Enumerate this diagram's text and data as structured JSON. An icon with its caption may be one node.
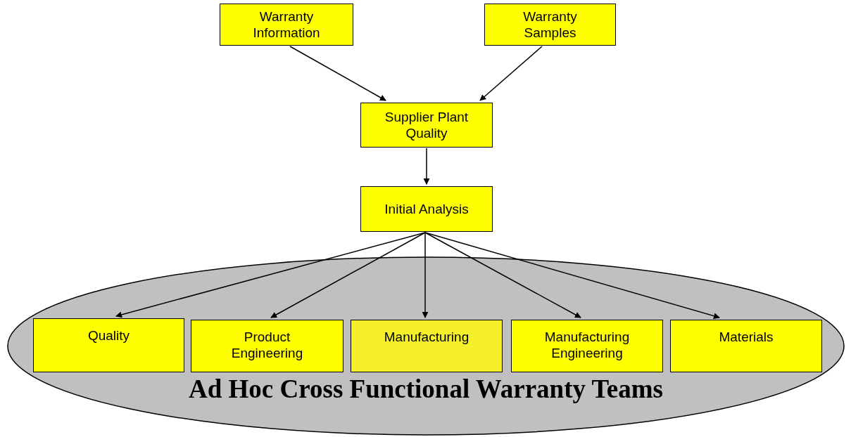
{
  "diagram": {
    "nodes": [
      {
        "text": [
          "Warranty Information"
        ]
      },
      {
        "text": [
          "Warranty Samples"
        ]
      },
      {
        "text": [
          "Supplier Plant Quality"
        ]
      },
      {
        "text": [
          "Initial Analysis"
        ]
      },
      {
        "text": [
          "Ad Hoc Cross Functional Warranty Teams"
        ]
      },
      {
        "text": [
          "Quality"
        ],
        "in": 4
      },
      {
        "text": [
          "Product Engineering"
        ],
        "in": 4
      },
      {
        "text": [
          "Manufacturing"
        ],
        "in": 4
      },
      {
        "text": [
          "Manufacturing Engineering"
        ],
        "in": 4
      },
      {
        "text": [
          "Materials"
        ],
        "in": 4
      }
    ],
    "edges": [
      {
        "from": 0,
        "to": 2,
        "arrow": "to"
      },
      {
        "from": 1,
        "to": 2,
        "arrow": "to"
      },
      {
        "from": 2,
        "to": 3,
        "arrow": "to"
      },
      {
        "from": 3,
        "to": 5,
        "arrow": "to"
      },
      {
        "from": 3,
        "to": 6,
        "arrow": "to"
      },
      {
        "from": 3,
        "to": 7,
        "arrow": "to"
      },
      {
        "from": 3,
        "to": 8,
        "arrow": "to"
      },
      {
        "from": 3,
        "to": 9,
        "arrow": "to"
      }
    ]
  }
}
